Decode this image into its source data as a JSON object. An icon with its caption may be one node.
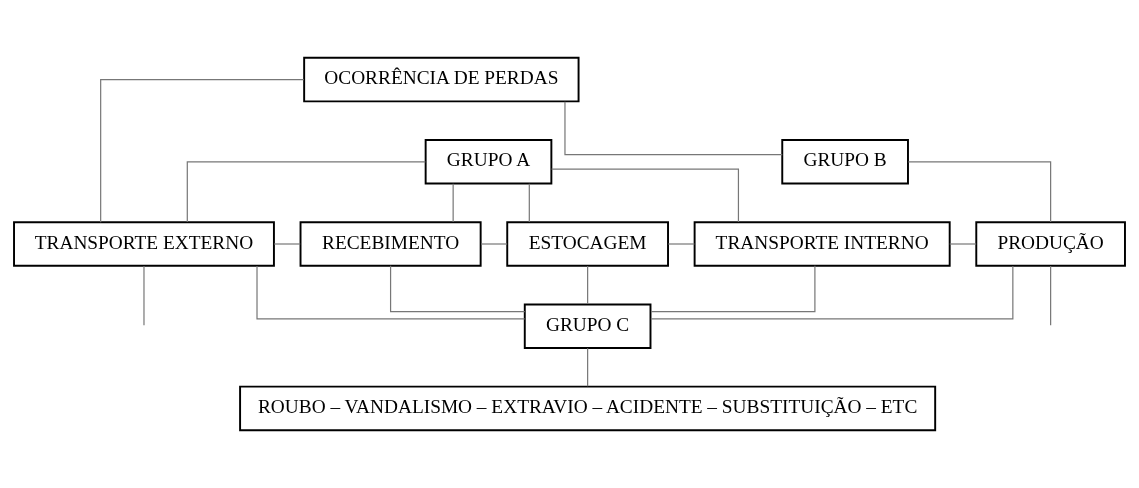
{
  "diagram": {
    "nodes": [
      {
        "text": [
          "OCORRÊNCIA DE PERDAS"
        ]
      },
      {
        "text": [
          "GRUPO A"
        ]
      },
      {
        "text": [
          "GRUPO B"
        ]
      },
      {
        "text": [
          "TRANSPORTE EXTERNO"
        ]
      },
      {
        "text": [
          "RECEBIMENTO"
        ]
      },
      {
        "text": [
          "ESTOCAGEM"
        ]
      },
      {
        "text": [
          "TRANSPORTE INTERNO"
        ]
      },
      {
        "text": [
          "PRODUÇÃO"
        ]
      },
      {
        "text": [
          "GRUPO C"
        ]
      },
      {
        "text": [
          "ROUBO – VANDALISMO – EXTRAVIO – ACIDENTE – SUBSTITUIÇÃO – ETC"
        ]
      }
    ],
    "edges": [
      {
        "from": 0,
        "to": 3,
        "arrow": "none"
      },
      {
        "from": 0,
        "to": 2,
        "arrow": "none"
      },
      {
        "from": 1,
        "to": 3,
        "arrow": "none"
      },
      {
        "from": 1,
        "to": 4,
        "arrow": "none"
      },
      {
        "from": 1,
        "to": 5,
        "arrow": "none"
      },
      {
        "from": 1,
        "to": 6,
        "arrow": "none"
      },
      {
        "from": 2,
        "to": 7,
        "arrow": "none"
      },
      {
        "from": 3,
        "to": 4,
        "arrow": "none"
      },
      {
        "from": 4,
        "to": 5,
        "arrow": "none"
      },
      {
        "from": 5,
        "to": 6,
        "arrow": "none"
      },
      {
        "from": 6,
        "to": 7,
        "arrow": "none"
      },
      {
        "from": 3,
        "to": 8,
        "arrow": "none"
      },
      {
        "from": 4,
        "to": 8,
        "arrow": "none"
      },
      {
        "from": 5,
        "to": 8,
        "arrow": "none"
      },
      {
        "from": 6,
        "to": 8,
        "arrow": "none"
      },
      {
        "from": 7,
        "to": 8,
        "arrow": "none"
      },
      {
        "from": 8,
        "to": 9,
        "arrow": "none"
      },
      {
        "from": 3,
        "to": null,
        "arrow": "none"
      },
      {
        "from": 7,
        "to": null,
        "arrow": "none"
      }
    ]
  }
}
